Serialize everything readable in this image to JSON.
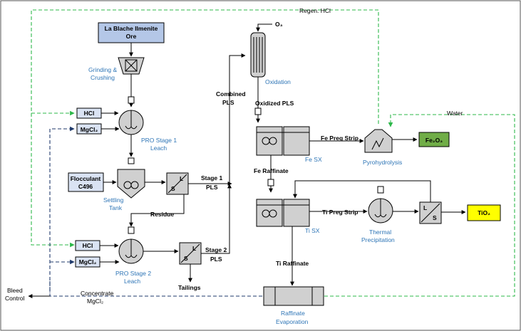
{
  "ore_box": {
    "line1": "La Blache Ilmenite",
    "line2": "Ore"
  },
  "grinding": {
    "line1": "Grinding &",
    "line2": "Crushing"
  },
  "reagents": {
    "hcl_1": "HCl",
    "mgcl2_1": "MgCl₂",
    "hcl_2": "HCl",
    "mgcl2_2": "MgCl₂",
    "flocculant_1": "Flocculant",
    "flocculant_2": "C496"
  },
  "pro_stage1": {
    "line1": "PRO Stage 1",
    "line2": "Leach"
  },
  "pro_stage2": {
    "line1": "PRO Stage 2",
    "line2": "Leach"
  },
  "settling_tank": {
    "line1": "Settling",
    "line2": "Tank"
  },
  "filter_letters": {
    "l": "L",
    "s": "S"
  },
  "stream_labels": {
    "regen_hcl": "Regen. HCl",
    "o3": "O₃",
    "combined_1": "Combined",
    "combined_2": "PLS",
    "oxidized_pls": "Oxidized PLS",
    "stage1_1": "Stage 1",
    "stage1_2": "PLS",
    "stage2_1": "Stage 2",
    "stage2_2": "PLS",
    "residue": "Residue",
    "tailings": "Tailings",
    "fe_preg_strip": "Fe Preg Strip",
    "fe_raffinate": "Fe Raffinate",
    "ti_preg_strip": "Ti Preg Strip",
    "ti_raffinate": "Ti Raffinate",
    "water": "Water",
    "bleed_1": "Bleed",
    "bleed_2": "Control",
    "concentrate_1": "Concentrate",
    "concentrate_2": "MgCl₂"
  },
  "units": {
    "oxidation": "Oxidation",
    "fe_sx": "Fe SX",
    "ti_sx": "Ti SX",
    "pyrohydrolysis": "Pyrohydrolysis",
    "thermal_1": "Thermal",
    "thermal_2": "Precipitation",
    "raffinate_1": "Raffinate",
    "raffinate_2": "Evaporation"
  },
  "products": {
    "fe2o3": "Fe₂O₃",
    "tio2": "TiO₂"
  },
  "colors": {
    "reagent_box": "#dae3f3",
    "ore_box": "#b4c7e7",
    "fe2o3_box": "#70ad47",
    "tio2_box": "#ffff00",
    "recycle_line": "#2db84a",
    "mgcl2_line": "#1f3a6b",
    "label_blue": "#2e75b6"
  }
}
